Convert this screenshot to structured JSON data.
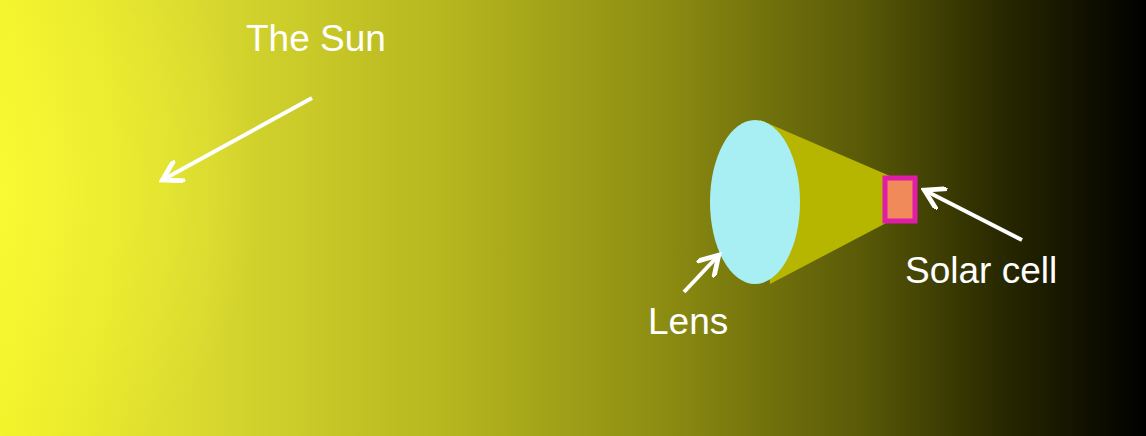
{
  "diagram": {
    "labels": [
      "The Sun",
      "Lens",
      "Solar cell"
    ]
  }
}
